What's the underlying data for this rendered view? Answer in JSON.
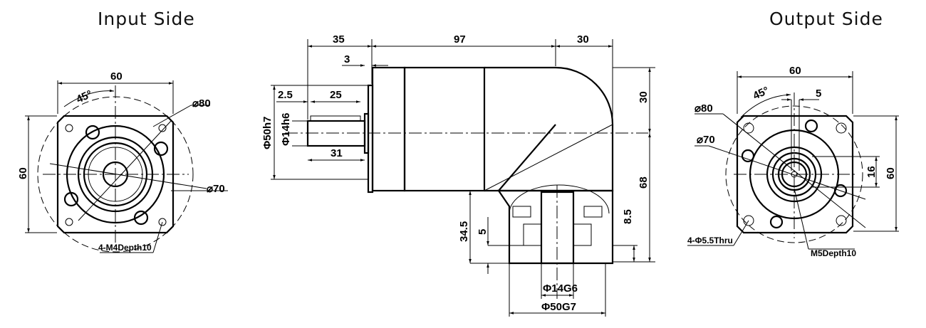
{
  "titles": {
    "input": "Input Side",
    "output": "Output Side"
  },
  "input_view": {
    "width": "60",
    "angle": "45°",
    "pcd_outer": "⌀80",
    "height": "60",
    "pcd_inner": "⌀70",
    "holes": "4-M4Depth10"
  },
  "side_view": {
    "shaft_length": "35",
    "body_length": "97",
    "head_length": "30",
    "flange_gap": "3",
    "key_offset": "2.5",
    "key_length": "25",
    "pilot_dia": "Φ50h7",
    "shaft_dia": "Φ14h6",
    "shaft_usable": "31",
    "head_upper": "30",
    "head_height": "68",
    "bottom_depth": "34.5",
    "bottom_step": "5",
    "bottom_recess": "8.5",
    "bore_dia": "Φ14G6",
    "output_pilot": "Φ50G7"
  },
  "output_view": {
    "width": "60",
    "angle": "45°",
    "key_width": "5",
    "pcd_outer": "⌀80",
    "pcd_inner": "⌀70",
    "key_height": "16",
    "height": "60",
    "holes": "4-Φ5.5Thru",
    "tap": "M5Depth10"
  }
}
